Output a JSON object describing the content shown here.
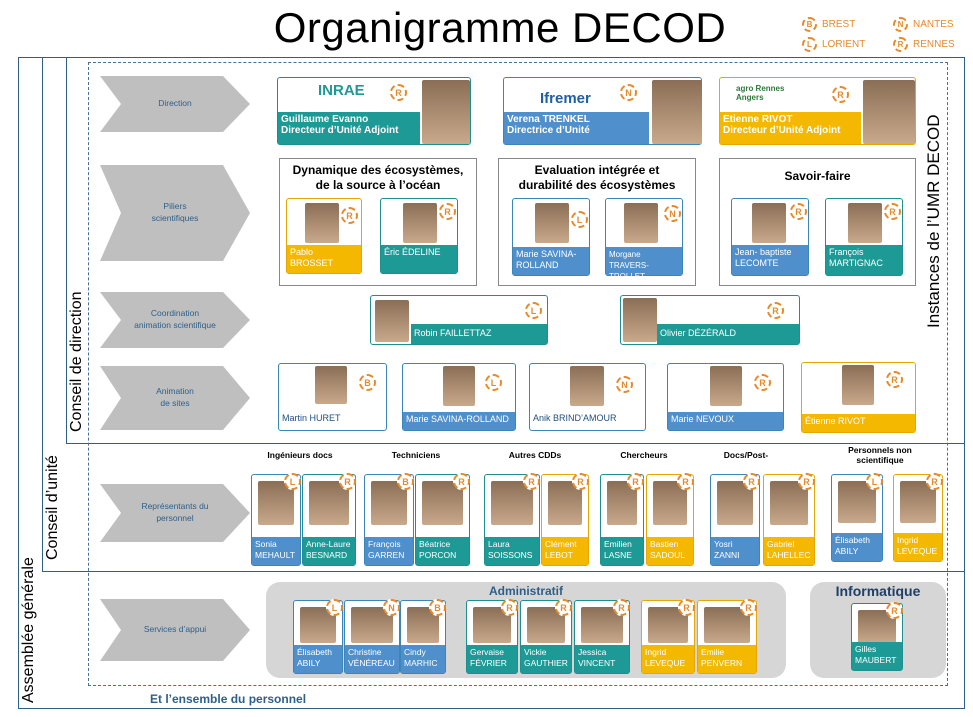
{
  "title": "Organigramme DECOD",
  "legend": [
    {
      "code": "B",
      "label": "BREST"
    },
    {
      "code": "L",
      "label": "LORIENT"
    },
    {
      "code": "N",
      "label": "NANTES"
    },
    {
      "code": "R",
      "label": "RENNES"
    }
  ],
  "side_labels": {
    "assemblee": "Assemblée générale",
    "conseil_unite": "Conseil d’unité",
    "conseil_direction": "Conseil de direction",
    "instances": "Instances de l’UMR DECOD"
  },
  "footer": "Et l’ensemble du  personnel",
  "rows": {
    "direction": "Direction",
    "piliers": "Piliers\nscientifiques",
    "coordination": "Coordination\nanimation scientifique",
    "animation": "Animation\nde sites",
    "representants": "Représentants du\npersonnel",
    "services": "Services d’appui"
  },
  "direction": [
    {
      "logo": "INRAE",
      "site": "R",
      "name": "Guillaume Evanno",
      "role": "Directeur d’Unité Adjoint"
    },
    {
      "logo": "Ifremer",
      "site": "N",
      "name": "Verena TRENKEL",
      "role": "Directrice d’Unité"
    },
    {
      "logo": "agro Rennes Angers",
      "site": "R",
      "name": "Etienne RIVOT",
      "role": "Directeur d’Unité Adjoint"
    }
  ],
  "pillars": [
    {
      "title": "Dynamique des écosystèmes, de la source à l’océan",
      "members": [
        {
          "name": "Pablo BROSSET",
          "site": "R"
        },
        {
          "name": "Éric ÉDELINE",
          "site": "R"
        }
      ]
    },
    {
      "title": "Evaluation intégrée et durabilité des écosystèmes",
      "members": [
        {
          "name": "Marie SAVINA-ROLLAND",
          "site": "L"
        },
        {
          "name": "Morgane TRAVERS-TROLLET",
          "site": "N"
        }
      ]
    },
    {
      "title": "Savoir-faire",
      "members": [
        {
          "name": "Jean- baptiste LECOMTE",
          "site": "R"
        },
        {
          "name": "François MARTIGNAC",
          "site": "R"
        }
      ]
    }
  ],
  "coordination": [
    {
      "name": "Robin FAILLETTAZ",
      "site": "L"
    },
    {
      "name": "Olivier DÉZÉRALD",
      "site": "R"
    }
  ],
  "animation": [
    {
      "name": "Martin HURET",
      "site": "B"
    },
    {
      "name": "Marie SAVINA-ROLLAND",
      "site": "L"
    },
    {
      "name": "Anik BRIND’AMOUR",
      "site": "N"
    },
    {
      "name": "Marie NEVOUX",
      "site": "R"
    },
    {
      "name": "Étienne RIVOT",
      "site": "R"
    }
  ],
  "rep_categories": [
    "Ingénieurs docs",
    "Techniciens",
    "Autres CDDs",
    "Chercheurs",
    "Docs/Post-",
    "Personnels non scientifique"
  ],
  "representants": [
    {
      "name": "Sonia MEHAULT",
      "site": "L",
      "color": "blue"
    },
    {
      "name": "Anne-Laure BESNARD",
      "site": "R",
      "color": "teal"
    },
    {
      "name": "François GARREN",
      "site": "B",
      "color": "blue"
    },
    {
      "name": "Béatrice PORCON",
      "site": "R",
      "color": "teal"
    },
    {
      "name": "Laura SOISSONS",
      "site": "R",
      "color": "teal"
    },
    {
      "name": "Clément LEBOT",
      "site": "R",
      "color": "yel"
    },
    {
      "name": "Emilien LASNE",
      "site": "R",
      "color": "teal"
    },
    {
      "name": "Bastien SADOUL",
      "site": "R",
      "color": "yel"
    },
    {
      "name": "Yosri ZANNI",
      "site": "R",
      "color": "blue"
    },
    {
      "name": "Gabriel LAHELLEC",
      "site": "R",
      "color": "yel"
    },
    {
      "name": "Élisabeth ABILY",
      "site": "L",
      "color": "blue"
    },
    {
      "name": "Ingrid LEVEQUE",
      "site": "R",
      "color": "yel"
    }
  ],
  "services": {
    "admin_title": "Administratif",
    "info_title": "Informatique",
    "admin": [
      {
        "name": "Élisabeth ABILY",
        "site": "L",
        "color": "blue"
      },
      {
        "name": "Christine VÉNÉREAU",
        "site": "N",
        "color": "blue"
      },
      {
        "name": "Cindy MARHIC",
        "site": "B",
        "color": "blue"
      },
      {
        "name": "Gervaise FÉVRIER",
        "site": "R",
        "color": "teal"
      },
      {
        "name": "Vickie GAUTHIER",
        "site": "R",
        "color": "teal"
      },
      {
        "name": "Jessica VINCENT",
        "site": "R",
        "color": "teal"
      },
      {
        "name": "Ingrid LEVEQUE",
        "site": "R",
        "color": "yel"
      },
      {
        "name": "Emilie PENVERN",
        "site": "R",
        "color": "yel"
      }
    ],
    "info": [
      {
        "name": "Gilles MAUBERT",
        "site": "R",
        "color": "teal"
      }
    ]
  }
}
